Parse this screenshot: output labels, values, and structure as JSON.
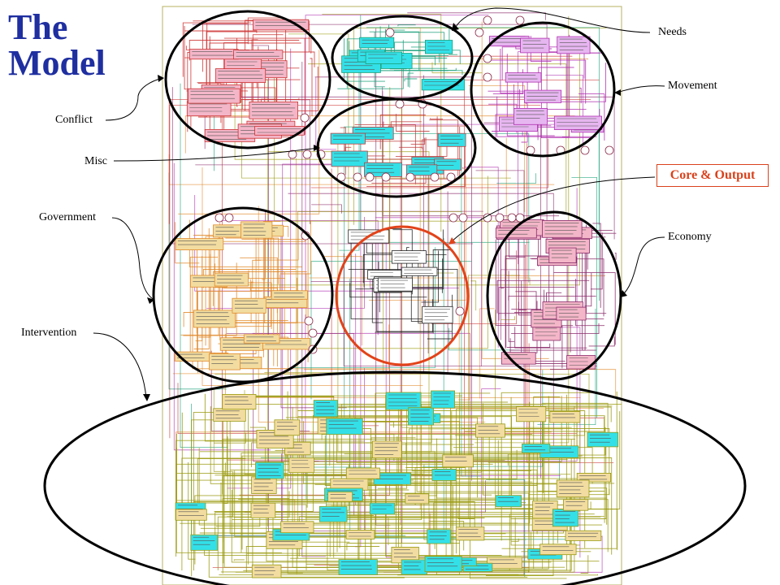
{
  "title_line1": "The",
  "title_line2": "Model",
  "labels": {
    "needs": "Needs",
    "movement": "Movement",
    "conflict": "Conflict",
    "misc": "Misc",
    "core_output": "Core & Output",
    "government": "Government",
    "economy": "Economy",
    "intervention": "Intervention"
  },
  "colors": {
    "title": "#1f2fa0",
    "core_accent": "#d9411b",
    "conflict": "#cc3333",
    "needs": "#1aa07a",
    "movement": "#b02fb0",
    "misc": "#c03c3c",
    "government": "#e08a2a",
    "economy": "#8a2a6a",
    "intervention": "#9a9a10",
    "node_fill_cyan": "#33e0e8",
    "node_fill_pink": "#f3b6c8",
    "node_fill_tan": "#f2dca0",
    "node_fill_lavender": "#e6b6f0"
  }
}
